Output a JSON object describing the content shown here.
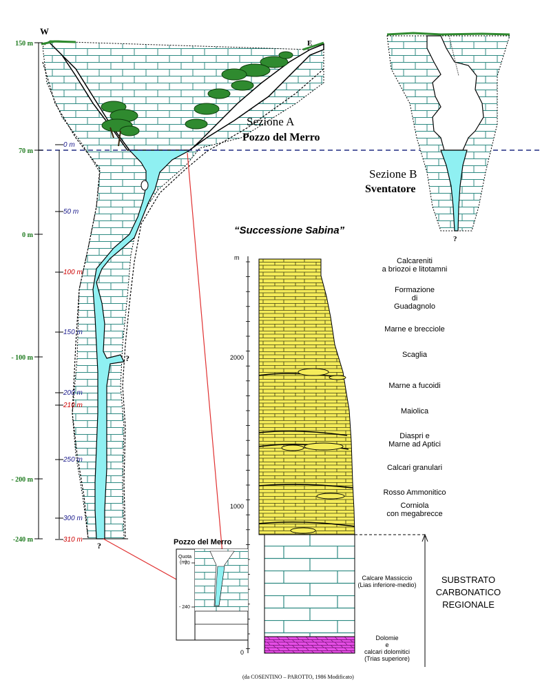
{
  "compass": {
    "west": "W",
    "east": "E"
  },
  "elevation_labels": [
    "150 m",
    "70 m",
    "0 m",
    "- 100 m",
    "- 200 m",
    "-240 m"
  ],
  "depth_labels": [
    {
      "text": "0 m",
      "color": "#1a1a8c"
    },
    {
      "text": "50 m",
      "color": "#1a1a8c"
    },
    {
      "text": "100 m",
      "color": "#cc0000"
    },
    {
      "text": "150 m",
      "color": "#1a1a8c"
    },
    {
      "text": "200 m",
      "color": "#1a1a8c"
    },
    {
      "text": "210 m",
      "color": "#cc0000"
    },
    {
      "text": "250 m",
      "color": "#1a1a8c"
    },
    {
      "text": "300 m",
      "color": "#1a1a8c"
    },
    {
      "text": "310 m",
      "color": "#cc0000"
    }
  ],
  "section_a": {
    "line1": "Sezione A",
    "line2": "Pozzo del Merro"
  },
  "section_b": {
    "line1": "Sezione B",
    "line2": "Sventatore"
  },
  "unknown_marks": [
    "?",
    "?",
    "?"
  ],
  "succession_title": "“Successione Sabina”",
  "column_axis": {
    "unit": "m",
    "ticks": [
      "2000",
      "1000",
      "0"
    ]
  },
  "formations": [
    {
      "lines": [
        "Calcareniti",
        "a briozoi e litotamni"
      ]
    },
    {
      "lines": [
        "Formazione",
        "di",
        "Guadagnolo"
      ]
    },
    {
      "lines": [
        "Marne e brecciole"
      ]
    },
    {
      "lines": [
        "Scaglia"
      ]
    },
    {
      "lines": [
        "Marne a fucoidi"
      ]
    },
    {
      "lines": [
        "Maiolica"
      ]
    },
    {
      "lines": [
        "Diaspri e",
        "Marne ad Aptici"
      ]
    },
    {
      "lines": [
        "Calcari granulari"
      ]
    },
    {
      "lines": [
        "Rosso Ammonitico"
      ]
    },
    {
      "lines": [
        "Corniola",
        "con megabrecce"
      ]
    },
    {
      "lines": [
        "Calcare Massiccio",
        "(Lias inferiore-medio)"
      ]
    },
    {
      "lines": [
        "Dolomie",
        "e",
        "calcari dolomitici",
        "(Trias superiore)"
      ]
    }
  ],
  "substrate": [
    "SUBSTRATO",
    "CARBONATICO",
    "REGIONALE"
  ],
  "inset": {
    "title": "Pozzo del Merro",
    "quota_label": "Quota",
    "quota_unit": "(m)",
    "tick_70": "70",
    "tick_240": "- 240"
  },
  "credit": "(da COSENTINO – PAROTTO, 1986 Modificato)",
  "colors": {
    "water": "#8ff0f2",
    "limestone_line": "#2d8a82",
    "column_yellow": "#f5ec5a",
    "dolomite": "#e64de6",
    "foliage": "#2f8a2f",
    "red_line": "#e03030",
    "dash_line": "#1f2a80",
    "elev_green": "#1e7a1e"
  }
}
